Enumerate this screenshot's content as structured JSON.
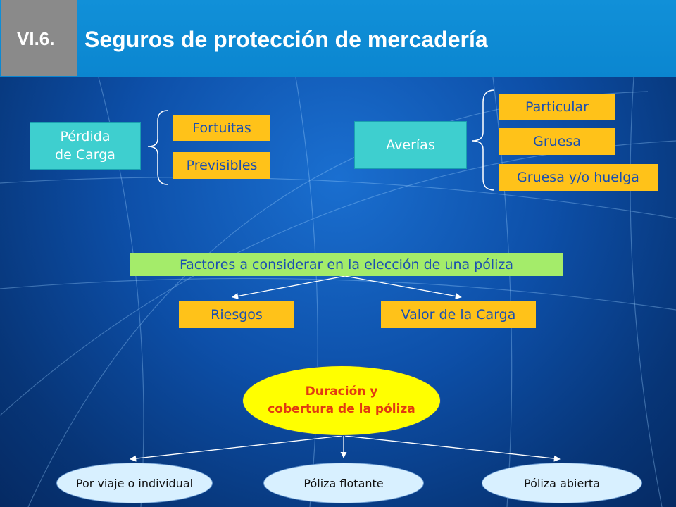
{
  "header": {
    "section": "VI.6.",
    "title": "Seguros de protección de mercadería"
  },
  "perdida": {
    "label": "Pérdida\nde Carga",
    "items": [
      "Fortuitas",
      "Previsibles"
    ]
  },
  "averias": {
    "label": "Averías",
    "items": [
      "Particular",
      "Gruesa",
      "Gruesa y/o huelga"
    ]
  },
  "factores": {
    "label": "Factores a considerar en la elección de una póliza",
    "items": [
      "Riesgos",
      "Valor de la Carga"
    ]
  },
  "duracion": {
    "label": "Duración  y\ncobertura  de la póliza",
    "items": [
      "Por viaje o individual",
      "Póliza flotante",
      "Póliza abierta"
    ]
  },
  "colors": {
    "teal": "#3ecfcf",
    "orange": "#ffc219",
    "green": "#a4ec6a",
    "yellow": "#ffff00",
    "header_blue": "#0b86d0",
    "badge_gray": "#8a8a8a"
  }
}
